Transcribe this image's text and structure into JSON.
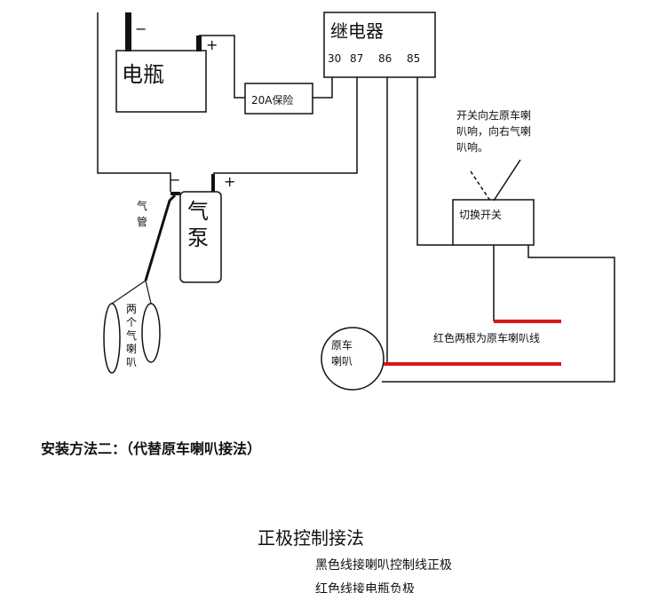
{
  "battery": {
    "label": "电瓶",
    "minus": "−",
    "plus": "+"
  },
  "fuse": {
    "label": "20A保险"
  },
  "relay": {
    "label": "继电器",
    "pins": [
      "30",
      "87",
      "86",
      "85"
    ]
  },
  "pump": {
    "label_line1": "气",
    "label_line2": "泵",
    "minus": "−",
    "plus": "+"
  },
  "air_tube": {
    "label_line1": "气",
    "label_line2": "管"
  },
  "horns": {
    "label_line1": "两",
    "label_line2": "个",
    "label_line3": "气",
    "label_line4": "喇",
    "label_line5": "叭"
  },
  "switch": {
    "label": "切换开关"
  },
  "switch_note": {
    "line1": "开关向左原车喇",
    "line2": "叭响，向右气喇",
    "line3": "叭响。"
  },
  "orig_horn": {
    "label_line1": "原车",
    "label_line2": "喇叭"
  },
  "red_wires_note": "红色两根为原车喇叭线",
  "method_title": "安装方法二：（代替原车喇叭接法）",
  "positive_title": "正极控制接法",
  "note_black": "黑色线接喇叭控制线正极",
  "note_red": "红色线接电瓶负极",
  "colors": {
    "red_wire": "#d81818",
    "black_wire": "#111111",
    "line": "#111111"
  }
}
